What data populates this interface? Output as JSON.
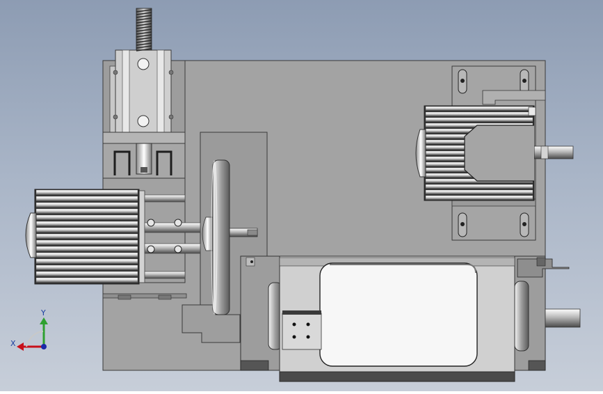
{
  "view": {
    "background_top": "#8d9cb3",
    "background_bottom": "#c7ced9"
  },
  "triad": {
    "x_label": "X",
    "y_label": "Y",
    "x_color": "#c8101a",
    "y_color": "#2ea030",
    "z_color": "#1c2aa8"
  },
  "components": [
    {
      "name": "base-plate",
      "icon": "plate"
    },
    {
      "name": "vertical-lead-screw",
      "icon": "screw"
    },
    {
      "name": "linear-slide-block",
      "icon": "slide"
    },
    {
      "name": "left-drive-motor",
      "icon": "motor"
    },
    {
      "name": "flywheel-pulley",
      "icon": "wheel"
    },
    {
      "name": "right-drive-motor",
      "icon": "motor"
    },
    {
      "name": "rotary-fixture-drum",
      "icon": "drum"
    }
  ]
}
